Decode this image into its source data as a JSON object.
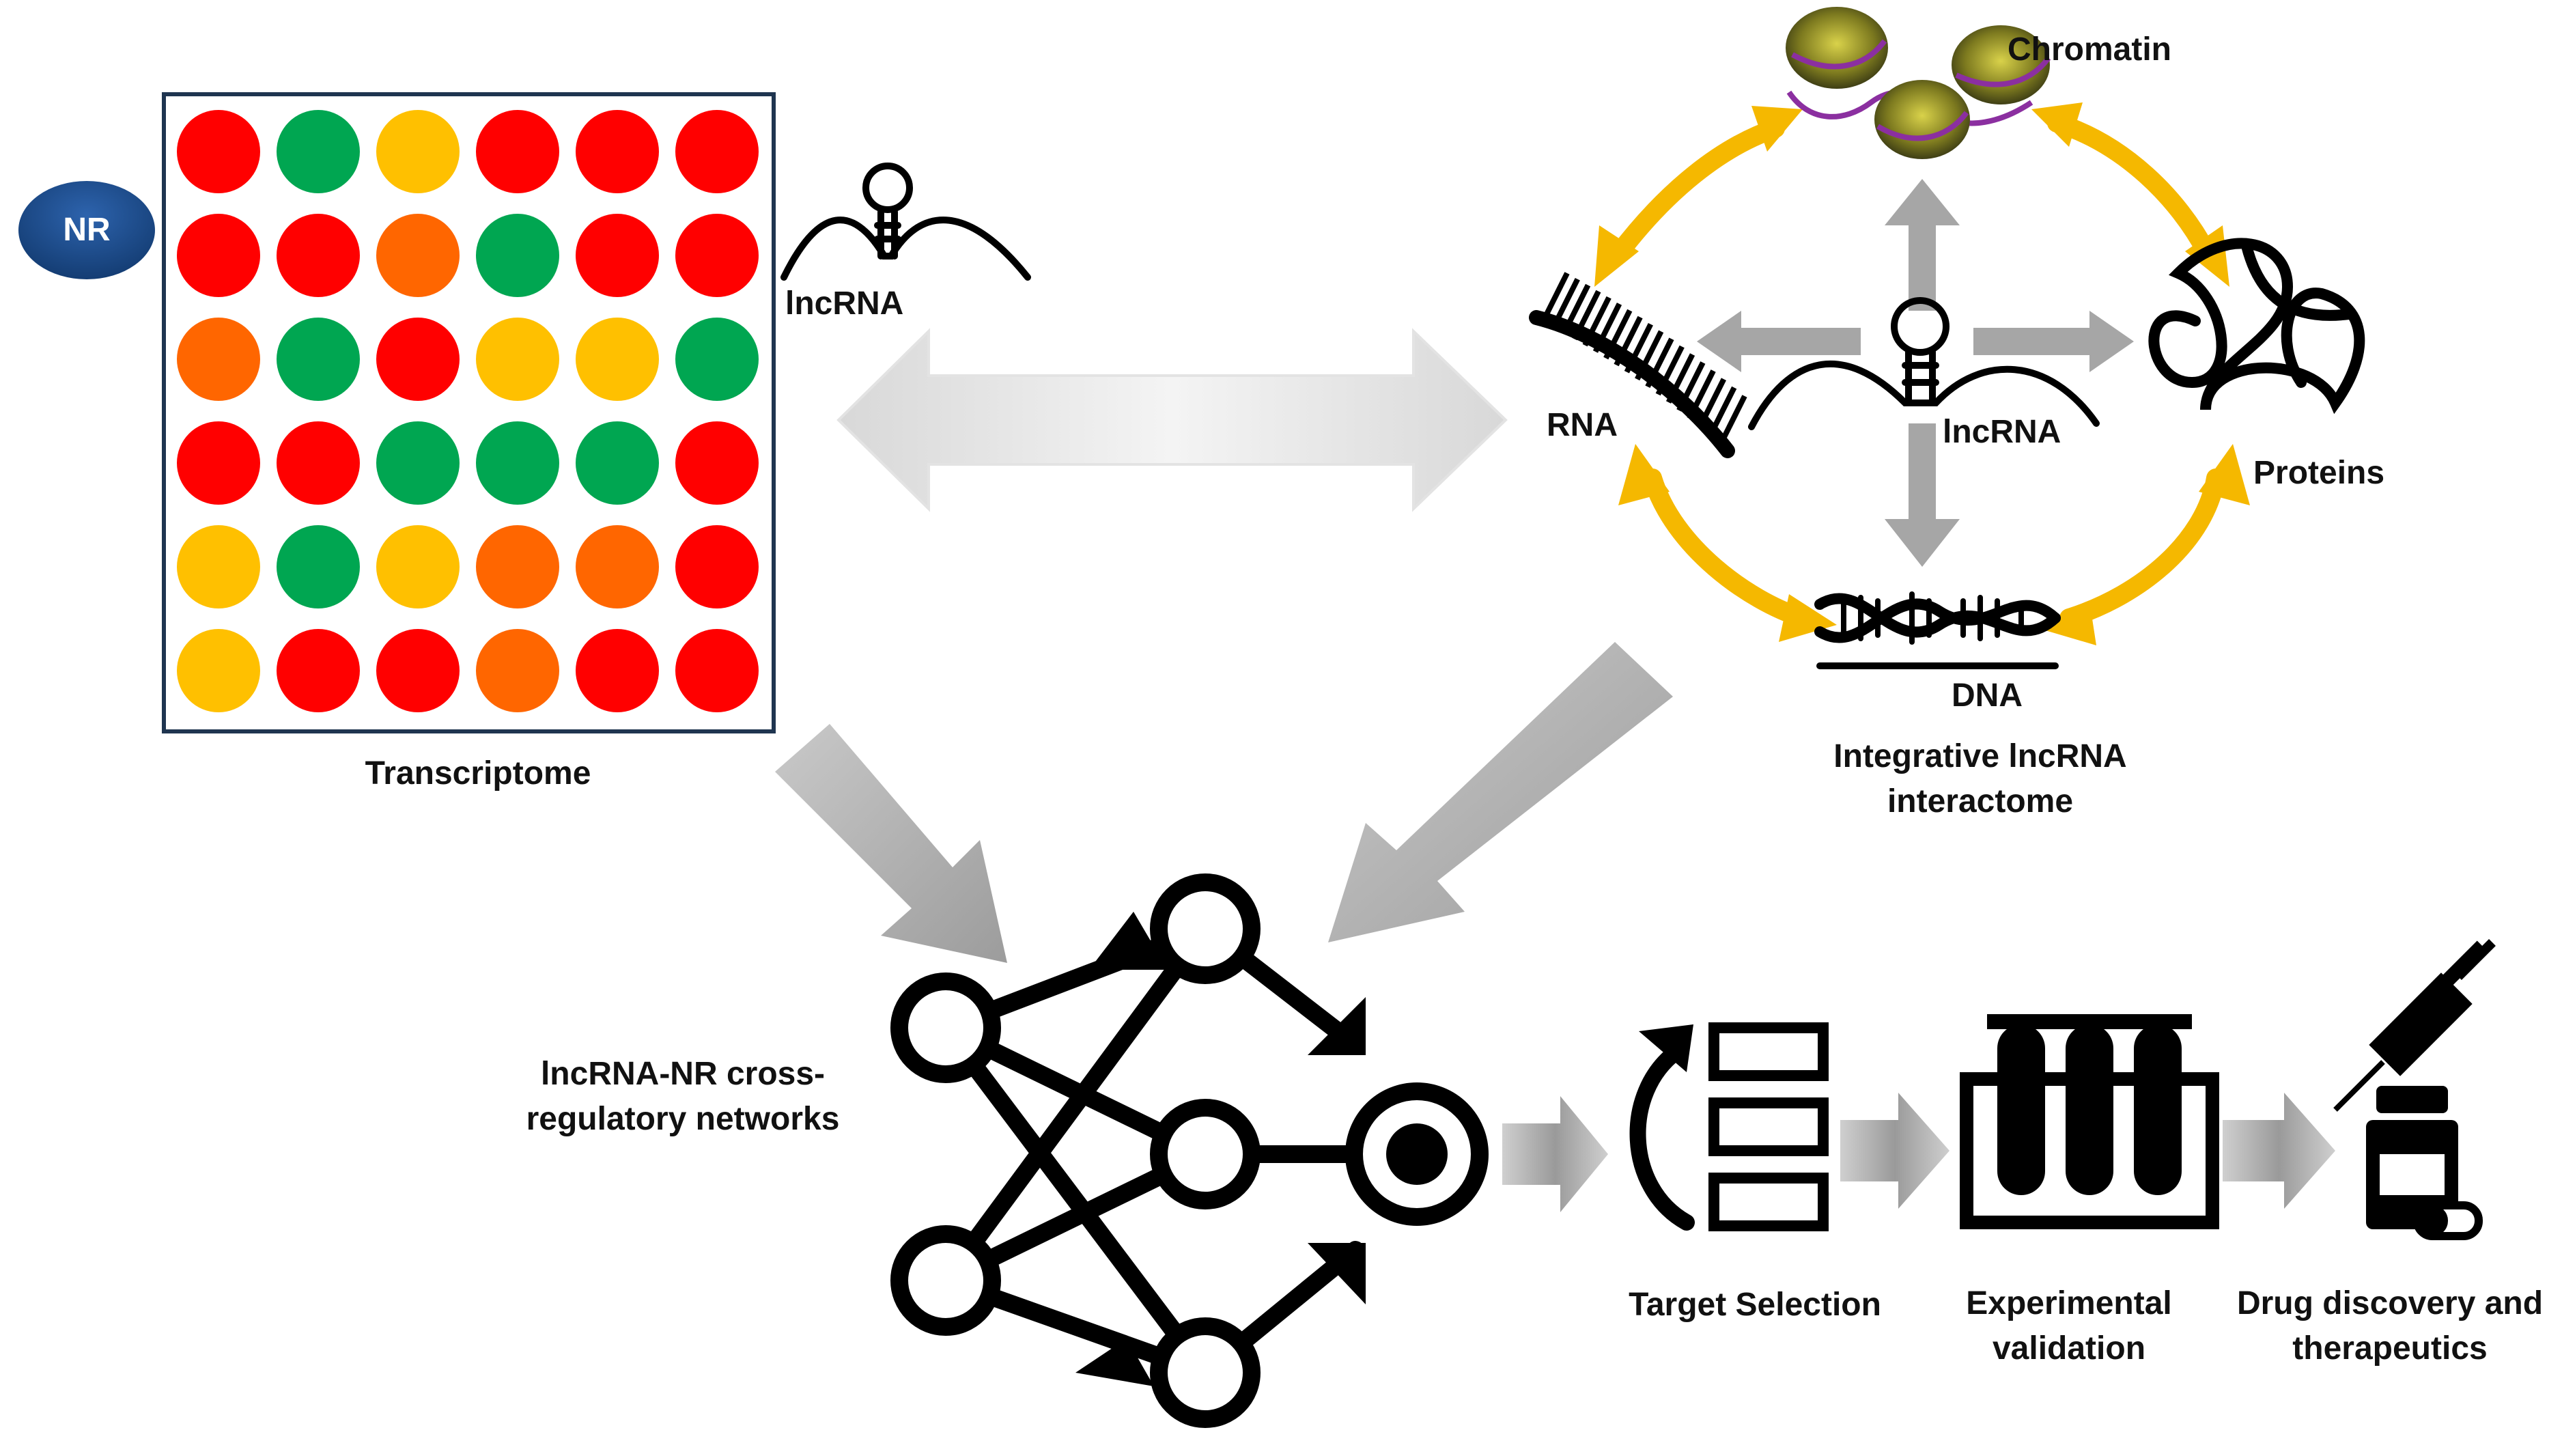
{
  "nr_badge": {
    "label": "NR",
    "color": "#1a4b8c"
  },
  "transcriptome": {
    "label": "Transcriptome",
    "palette": {
      "R": "#ff0000",
      "G": "#00a651",
      "Y": "#ffc000",
      "O": "#ff6600"
    },
    "grid": [
      [
        "R",
        "G",
        "Y",
        "R",
        "R",
        "R"
      ],
      [
        "R",
        "R",
        "O",
        "G",
        "R",
        "R"
      ],
      [
        "O",
        "G",
        "R",
        "Y",
        "Y",
        "G"
      ],
      [
        "R",
        "R",
        "G",
        "G",
        "G",
        "R"
      ],
      [
        "Y",
        "G",
        "Y",
        "O",
        "O",
        "R"
      ],
      [
        "Y",
        "R",
        "R",
        "O",
        "R",
        "R"
      ]
    ]
  },
  "lncrna_left_label": "lncRNA",
  "interactome": {
    "chromatin": "Chromatin",
    "rna": "RNA",
    "lncrna": "lncRNA",
    "proteins": "Proteins",
    "dna": "DNA",
    "caption_line1": "Integrative lncRNA",
    "caption_line2": "interactome",
    "arrow_color": "#f5b800"
  },
  "network_label_line1": "lncRNA-NR cross-",
  "network_label_line2": "regulatory networks",
  "pipeline": {
    "target_selection": "Target Selection",
    "validation_line1": "Experimental",
    "validation_line2": "validation",
    "drug_line1": "Drug discovery and",
    "drug_line2": "therapeutics"
  }
}
